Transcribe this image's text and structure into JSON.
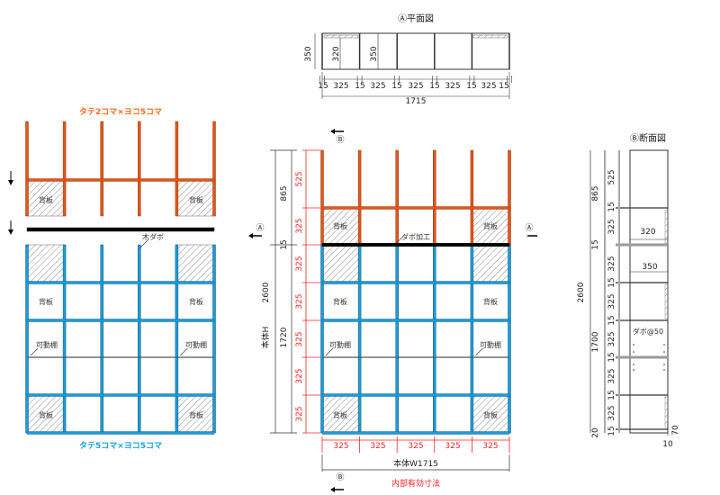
{
  "plan": {
    "title": "Ⓐ平面図",
    "depth": "350",
    "inner_depth": "320",
    "inner_depth2": "350",
    "dims": [
      "15",
      "325",
      "15",
      "325",
      "15",
      "325",
      "15",
      "325",
      "15",
      "325",
      "15"
    ],
    "total": "1715"
  },
  "left": {
    "upper_title": "タテ2コマ×ヨコ5コマ",
    "lower_title": "タテ5コマ×ヨコ5コマ",
    "back_panel": "背板",
    "wood_dowel": "木ダボ",
    "movable_shelf": "可動棚"
  },
  "front": {
    "marker_b": "Ⓑ",
    "marker_a": "Ⓐ",
    "dowel_process": "ダボ加工",
    "back_panel": "背板",
    "movable_shelf": "可動棚",
    "total_h": "2600",
    "upper_h": "865",
    "mid": "15",
    "lower_h": "1720",
    "body_h": "本体H",
    "red_v": [
      "525",
      "325",
      "325",
      "325",
      "325",
      "325",
      "325"
    ],
    "red_h": [
      "325",
      "325",
      "325",
      "325",
      "325"
    ],
    "body_w": "本体W1715",
    "inner_note": "内部有効寸法"
  },
  "section": {
    "title": "Ⓑ断面図",
    "total": "2600",
    "upper": "865",
    "mid": "15",
    "lower": "1700",
    "base": "20",
    "segments": [
      "525",
      "15",
      "325",
      "325",
      "15",
      "325",
      "15",
      "325",
      "15",
      "325",
      "15",
      "325",
      "15"
    ],
    "w320": "320",
    "w350": "350",
    "dowel_pitch": "ダボ@50",
    "plinth": "70",
    "gap": "10"
  },
  "colors": {
    "orange": "#e0561a",
    "orange_dark": "#9c3a10",
    "blue": "#1f9ad6",
    "blue_dark": "#0d5f86",
    "dim_red": "#ff2020"
  }
}
